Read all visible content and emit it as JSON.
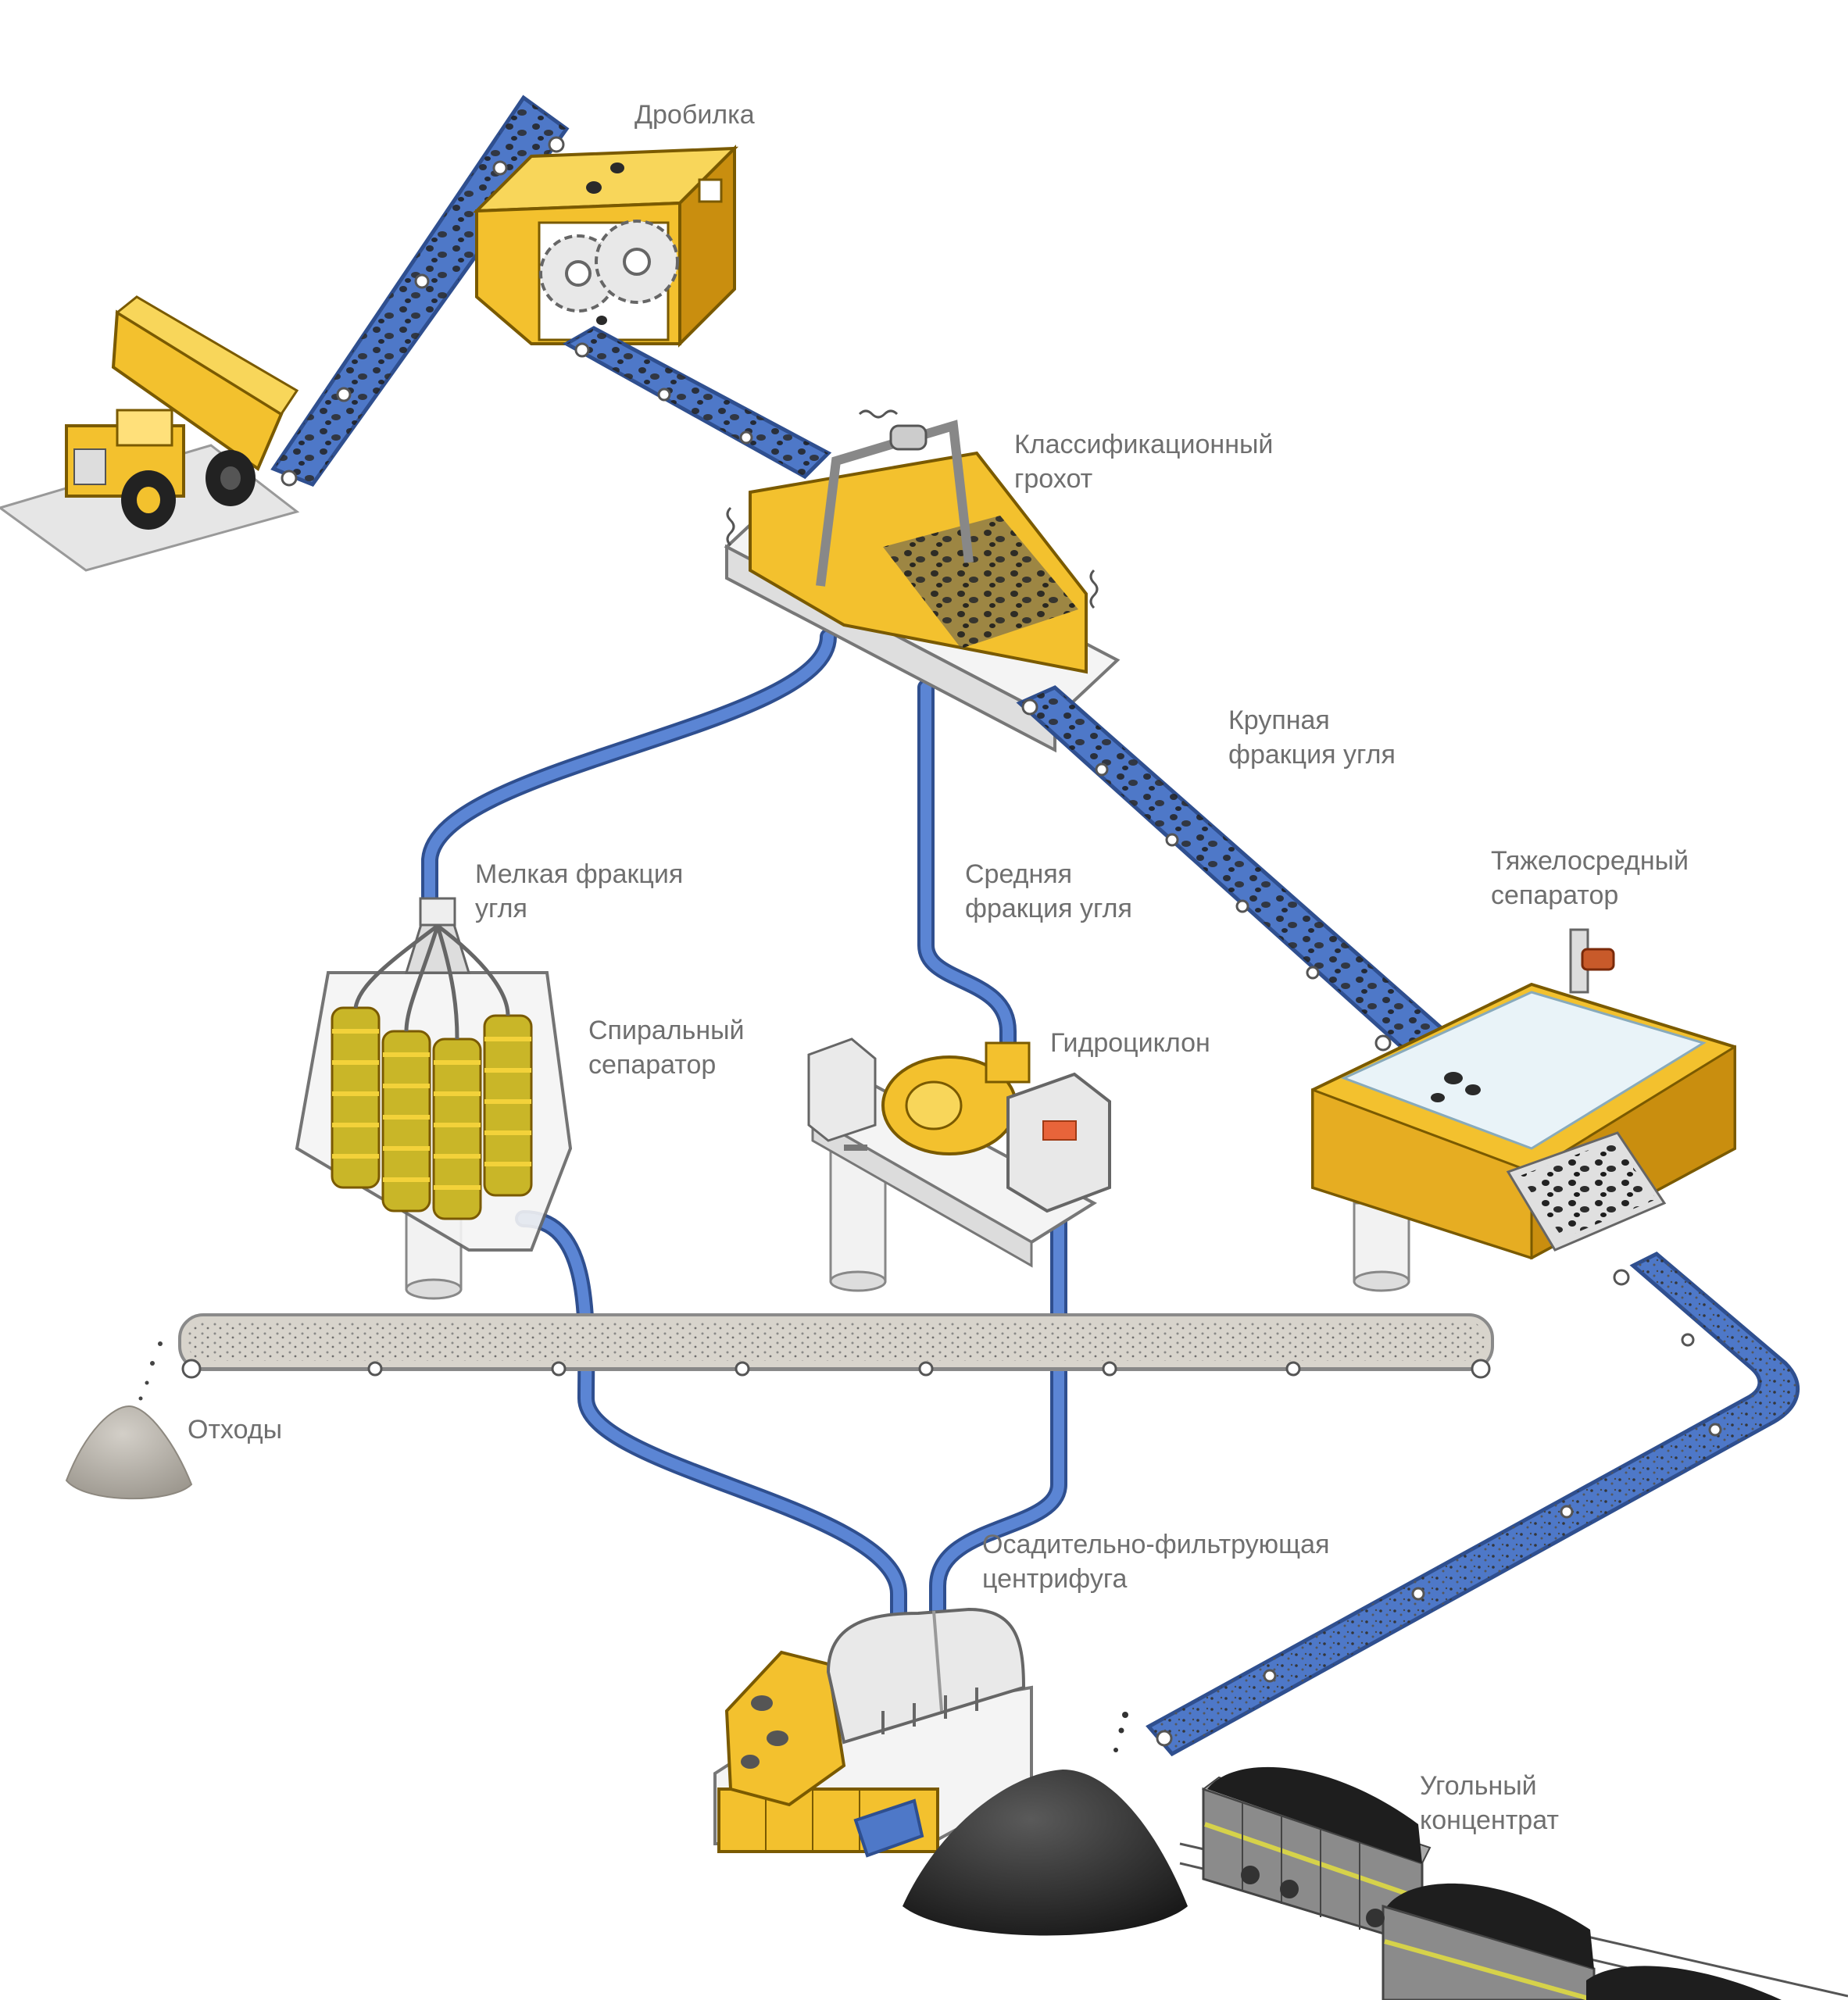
{
  "colors": {
    "belt": "#4e78c8",
    "belt_dark": "#2f4f8f",
    "machine_yellow": "#f3c12e",
    "machine_yellow_dark": "#c98e0f",
    "pipe": "#4c74c4",
    "label_text": "#6f6f6f",
    "coal": "#2a2a2a",
    "tailings": "#b9b4ab"
  },
  "labels": {
    "crusher": "Дробилка",
    "screen": {
      "line1": "Классификационный",
      "line2": "грохот"
    },
    "coarse": {
      "line1": "Крупная",
      "line2": "фракция угля"
    },
    "dense_medium": {
      "line1": "Тяжелосредный",
      "line2": "сепаратор"
    },
    "fine": {
      "line1": "Мелкая фракция",
      "line2": "угля"
    },
    "medium": {
      "line1": "Средняя",
      "line2": "фракция угля"
    },
    "spiral": {
      "line1": "Спиральный",
      "line2": "сепаратор"
    },
    "hydrocyclone": "Гидроциклон",
    "tailings": "Отходы",
    "centrifuge": {
      "line1": "Осадительно-фильтрующая",
      "line2": "центрифуга"
    },
    "concentrate": {
      "line1": "Угольный",
      "line2": "концентрат"
    }
  },
  "icons": {
    "truck": "dump-truck-icon",
    "crusher": "crusher-gears-icon",
    "screen": "vibrating-screen-icon",
    "spiral": "spiral-separator-icon",
    "hydrocyclone": "hydrocyclone-icon",
    "dense_medium": "dense-medium-separator-icon",
    "centrifuge": "centrifuge-icon",
    "train": "railcar-icon"
  }
}
